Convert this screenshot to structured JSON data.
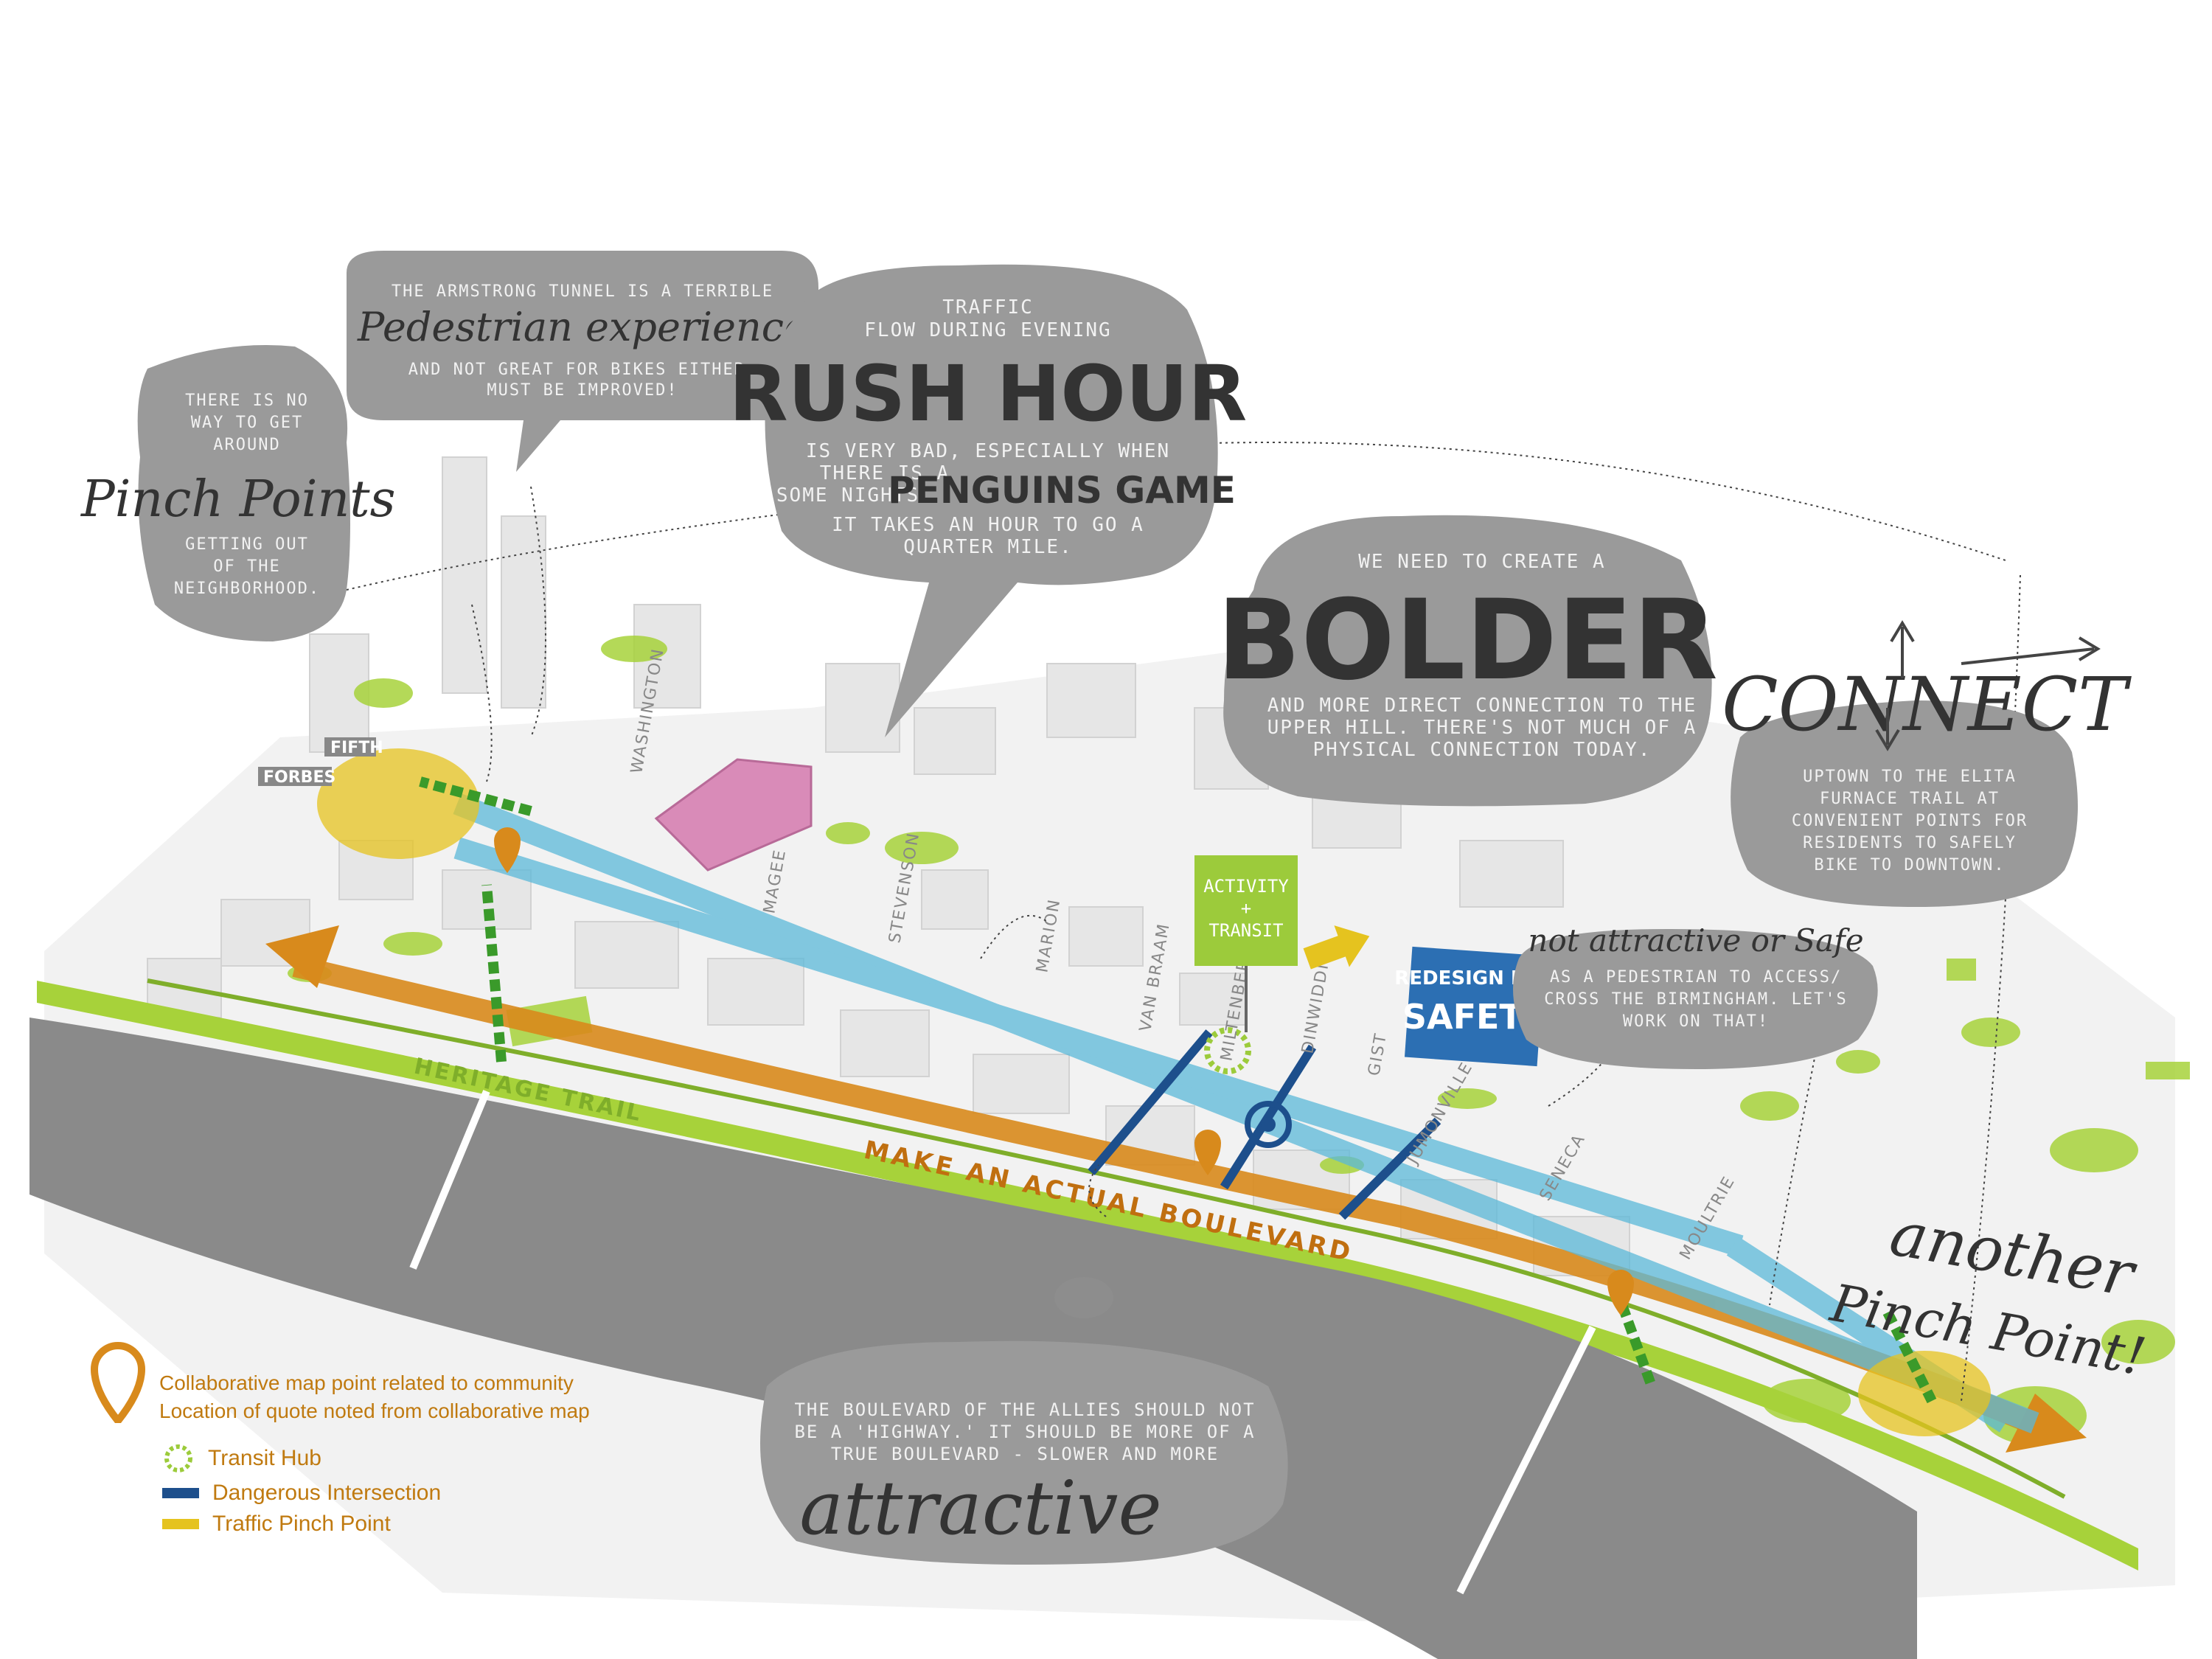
{
  "colors": {
    "river": "#8a8a8a",
    "bubble": "#9a9a9a",
    "bubble_dark": "#8d8d8d",
    "transit_hub": "#9ccb3b",
    "dangerous_intersection": "#1d4f8c",
    "pinch_point": "#e5c31f",
    "boulevard": "#d88a1c",
    "corridor": "#5bb8d8",
    "arena": "#d98bb8",
    "greenery": "#a7d23a",
    "legend_text": "#c07a10",
    "safety_sign": "#2c6fb3"
  },
  "bubbles": {
    "armstrong": {
      "line1": "THE ARMSTRONG TUNNEL IS A TERRIBLE",
      "script": "Pedestrian experience",
      "line2": "AND NOT GREAT FOR BIKES EITHER.",
      "line3": "MUST BE IMPROVED!"
    },
    "no_way": {
      "line1": "THERE IS NO",
      "line2": "WAY TO GET",
      "line3": "AROUND"
    },
    "pinch_points": {
      "script": "Pinch Points",
      "line1": "GETTING OUT",
      "line2": "OF THE",
      "line3": "NEIGHBORHOOD."
    },
    "rush_hour": {
      "line1": "TRAFFIC",
      "line2": "FLOW DURING EVENING",
      "big": "RUSH HOUR",
      "line3": "IS VERY BAD, ESPECIALLY WHEN",
      "line4": "THERE IS A",
      "line5": "SOME NIGHTS",
      "penguins": "PENGUINS GAME",
      "line6": "IT TAKES AN HOUR TO GO A",
      "line7": "QUARTER MILE."
    },
    "bolder": {
      "line1": "WE NEED TO CREATE A",
      "big": "BOLDER",
      "line2": "AND MORE DIRECT CONNECTION TO THE",
      "line3": "UPPER HILL. THERE'S NOT MUCH OF A",
      "line4": "PHYSICAL CONNECTION TODAY."
    },
    "connect": {
      "big": "CONNECT",
      "line1": "UPTOWN TO THE ELITA",
      "line2": "FURNACE TRAIL AT",
      "line3": "CONVENIENT POINTS FOR",
      "line4": "RESIDENTS TO SAFELY",
      "line5": "BIKE TO DOWNTOWN."
    },
    "not_attractive": {
      "script": "not attractive or Safe",
      "line1": "AS A PEDESTRIAN TO ACCESS/",
      "line2": "CROSS THE BIRMINGHAM. LET'S",
      "line3": "WORK ON THAT!"
    },
    "boulevard": {
      "line1": "THE BOULEVARD OF THE ALLIES SHOULD NOT",
      "line2": "BE A 'HIGHWAY.' IT SHOULD BE MORE OF A",
      "line3": "TRUE BOULEVARD - SLOWER AND MORE",
      "script": "attractive"
    },
    "another": {
      "script1": "another",
      "script2": "Pinch Point!"
    }
  },
  "map_labels": {
    "fifth": "FIFTH",
    "forbes": "FORBES",
    "washington": "WASHINGTON",
    "magee": "MAGEE",
    "stevenson": "STEVENSON",
    "marion": "MARION",
    "van_braam": "VAN BRAAM",
    "miltenberger": "MILTENBERGER",
    "dinwiddie": "DINWIDDIE",
    "gist": "GIST",
    "jumonville": "JUMONVILLE",
    "seneca": "SENECA",
    "moultrie": "MOULTRIE",
    "heritage_trail": "HERITAGE TRAIL",
    "make_boulevard": "MAKE AN ACTUAL BOULEVARD"
  },
  "signs": {
    "activity_line1": "ACTIVITY",
    "activity_plus": "+",
    "activity_line2": "TRANSIT",
    "safety_line1": "REDESIGN FOR",
    "safety_line2": "SAFETY"
  },
  "legend": {
    "pin_line1": "Collaborative map point related to community",
    "pin_line2": "Location of quote noted from collaborative map",
    "items": [
      {
        "label": "Transit Hub"
      },
      {
        "label": "Dangerous Intersection"
      },
      {
        "label": "Traffic Pinch Point"
      }
    ]
  }
}
